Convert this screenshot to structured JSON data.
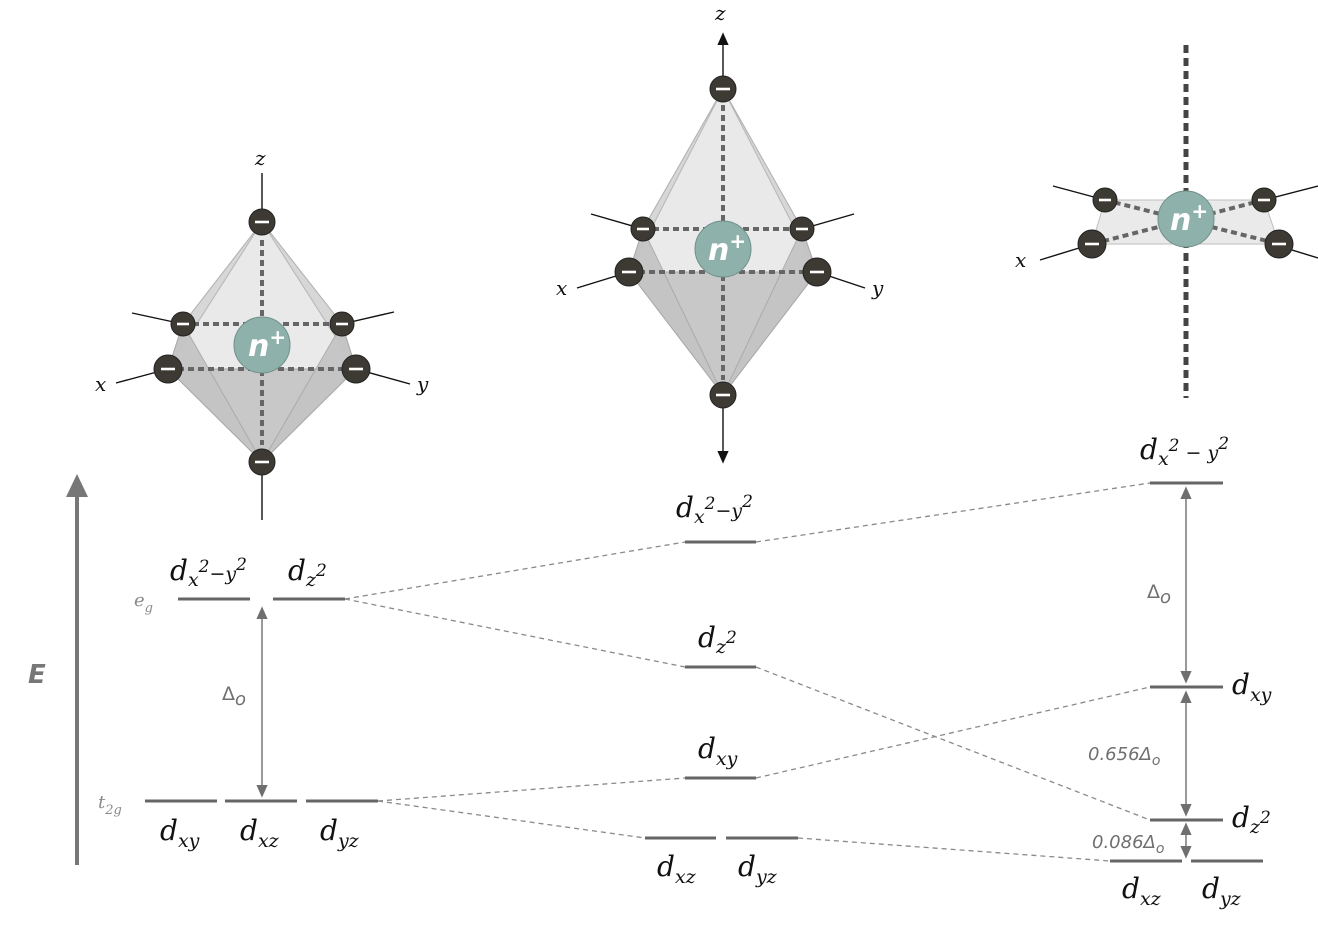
{
  "energy_axis_label": "E",
  "axis_labels": {
    "x": "x",
    "y": "y",
    "z": "z"
  },
  "metal_ion": {
    "base": "n",
    "charge": "+"
  },
  "ligand_charge_symbol": "−",
  "octahedral": {
    "eg_label": "e",
    "eg_sub": "g",
    "t2g_label": "t",
    "t2g_sub": "2g",
    "delta_label": "Δ",
    "delta_sub": "o",
    "eg_orbitals": [
      {
        "d": "d",
        "sub": "x",
        "sup": "2",
        "mid": "−",
        "sub2": "y",
        "sup2": "2"
      },
      {
        "d": "d",
        "sub": "z",
        "sup": "2"
      }
    ],
    "t2g_orbitals": [
      {
        "d": "d",
        "sub": "xy"
      },
      {
        "d": "d",
        "sub": "xz"
      },
      {
        "d": "d",
        "sub": "yz"
      }
    ]
  },
  "tetragonal": {
    "orbitals": [
      {
        "d": "d",
        "sub": "x",
        "sup": "2",
        "mid": "−",
        "sub2": "y",
        "sup2": "2"
      },
      {
        "d": "d",
        "sub": "z",
        "sup": "2"
      },
      {
        "d": "d",
        "sub": "xy"
      },
      {
        "d": "d",
        "sub": "xz"
      },
      {
        "d": "d",
        "sub": "yz"
      }
    ]
  },
  "square_planar": {
    "orbitals": [
      {
        "d": "d",
        "sub": "x",
        "sup": "2",
        "mid": " − ",
        "sub2": "y",
        "sup2": "2"
      },
      {
        "d": "d",
        "sub": "xy"
      },
      {
        "d": "d",
        "sub": "z",
        "sup": "2"
      },
      {
        "d": "d",
        "sub": "xz"
      },
      {
        "d": "d",
        "sub": "yz"
      }
    ],
    "gaps": [
      {
        "label": "Δ",
        "sub": "o"
      },
      {
        "label": "0.656Δ",
        "sub": "o"
      },
      {
        "label": "0.086Δ",
        "sub": "o"
      }
    ]
  }
}
